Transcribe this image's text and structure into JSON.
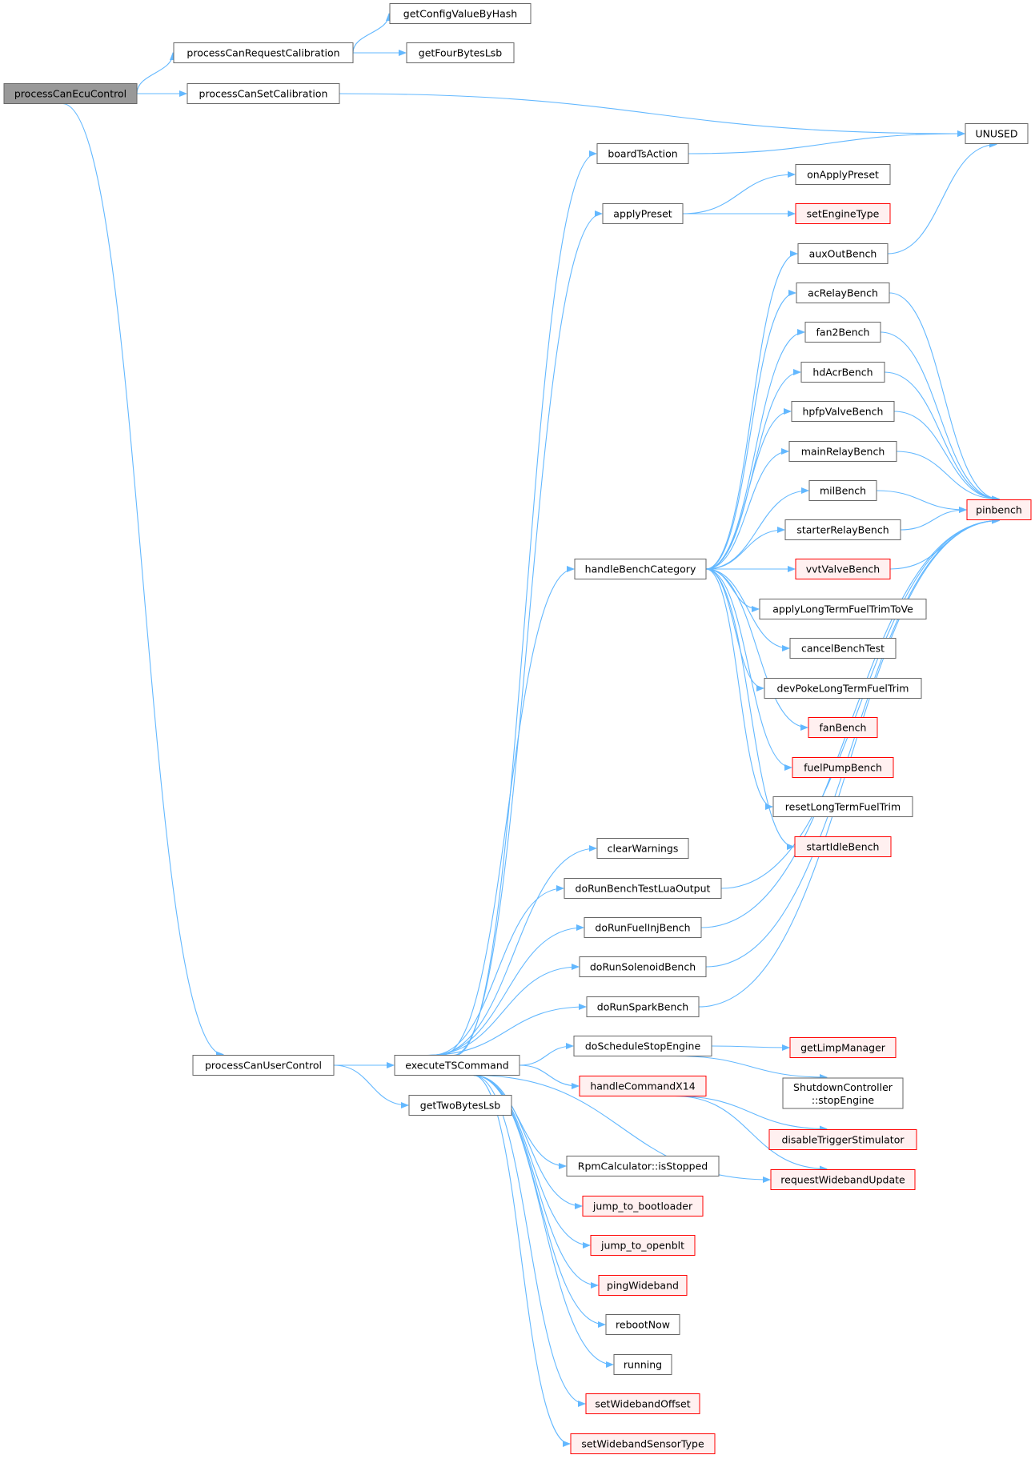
{
  "style": {
    "edge_color": "#63b8ff",
    "box_border": "#666666",
    "box_fill": "#ffffff",
    "highlight_fill": "#999999",
    "highlight_border": "#666666",
    "truncated_border": "#ff0000",
    "truncated_fill": "#fff0f0",
    "text_color": "#000000"
  },
  "nodes": [
    {
      "id": "processCanEcuControl",
      "label": "processCanEcuControl",
      "kind": "highlight"
    },
    {
      "id": "processCanRequestCalibration",
      "label": "processCanRequestCalibration",
      "kind": "normal"
    },
    {
      "id": "getConfigValueByHash",
      "label": "getConfigValueByHash",
      "kind": "normal"
    },
    {
      "id": "getFourBytesLsb",
      "label": "getFourBytesLsb",
      "kind": "normal"
    },
    {
      "id": "processCanSetCalibration",
      "label": "processCanSetCalibration",
      "kind": "normal"
    },
    {
      "id": "UNUSED",
      "label": "UNUSED",
      "kind": "normal"
    },
    {
      "id": "boardTsAction",
      "label": "boardTsAction",
      "kind": "normal"
    },
    {
      "id": "onApplyPreset",
      "label": "onApplyPreset",
      "kind": "normal"
    },
    {
      "id": "applyPreset",
      "label": "applyPreset",
      "kind": "normal"
    },
    {
      "id": "setEngineType",
      "label": "setEngineType",
      "kind": "truncated"
    },
    {
      "id": "auxOutBench",
      "label": "auxOutBench",
      "kind": "normal"
    },
    {
      "id": "acRelayBench",
      "label": "acRelayBench",
      "kind": "normal"
    },
    {
      "id": "fan2Bench",
      "label": "fan2Bench",
      "kind": "normal"
    },
    {
      "id": "hdAcrBench",
      "label": "hdAcrBench",
      "kind": "normal"
    },
    {
      "id": "hpfpValveBench",
      "label": "hpfpValveBench",
      "kind": "normal"
    },
    {
      "id": "mainRelayBench",
      "label": "mainRelayBench",
      "kind": "normal"
    },
    {
      "id": "milBench",
      "label": "milBench",
      "kind": "normal"
    },
    {
      "id": "pinbench",
      "label": "pinbench",
      "kind": "truncated"
    },
    {
      "id": "starterRelayBench",
      "label": "starterRelayBench",
      "kind": "normal"
    },
    {
      "id": "handleBenchCategory",
      "label": "handleBenchCategory",
      "kind": "normal"
    },
    {
      "id": "vvtValveBench",
      "label": "vvtValveBench",
      "kind": "truncated"
    },
    {
      "id": "applyLongTermFuelTrimToVe",
      "label": "applyLongTermFuelTrimToVe",
      "kind": "normal"
    },
    {
      "id": "cancelBenchTest",
      "label": "cancelBenchTest",
      "kind": "normal"
    },
    {
      "id": "devPokeLongTermFuelTrim",
      "label": "devPokeLongTermFuelTrim",
      "kind": "normal"
    },
    {
      "id": "fanBench",
      "label": "fanBench",
      "kind": "truncated"
    },
    {
      "id": "fuelPumpBench",
      "label": "fuelPumpBench",
      "kind": "truncated"
    },
    {
      "id": "resetLongTermFuelTrim",
      "label": "resetLongTermFuelTrim",
      "kind": "normal"
    },
    {
      "id": "startIdleBench",
      "label": "startIdleBench",
      "kind": "truncated"
    },
    {
      "id": "clearWarnings",
      "label": "clearWarnings",
      "kind": "normal"
    },
    {
      "id": "doRunBenchTestLuaOutput",
      "label": "doRunBenchTestLuaOutput",
      "kind": "normal"
    },
    {
      "id": "doRunFuelInjBench",
      "label": "doRunFuelInjBench",
      "kind": "normal"
    },
    {
      "id": "doRunSolenoidBench",
      "label": "doRunSolenoidBench",
      "kind": "normal"
    },
    {
      "id": "doRunSparkBench",
      "label": "doRunSparkBench",
      "kind": "normal"
    },
    {
      "id": "doScheduleStopEngine",
      "label": "doScheduleStopEngine",
      "kind": "normal"
    },
    {
      "id": "getLimpManager",
      "label": "getLimpManager",
      "kind": "truncated"
    },
    {
      "id": "processCanUserControl",
      "label": "processCanUserControl",
      "kind": "normal"
    },
    {
      "id": "executeTSCommand",
      "label": "executeTSCommand",
      "kind": "normal"
    },
    {
      "id": "stopEngine",
      "label": "ShutdownController\n::stopEngine",
      "kind": "normal"
    },
    {
      "id": "handleCommandX14",
      "label": "handleCommandX14",
      "kind": "truncated"
    },
    {
      "id": "getTwoBytesLsb",
      "label": "getTwoBytesLsb",
      "kind": "normal"
    },
    {
      "id": "disableTriggerStimulator",
      "label": "disableTriggerStimulator",
      "kind": "truncated"
    },
    {
      "id": "requestWidebandUpdate",
      "label": "requestWidebandUpdate",
      "kind": "truncated"
    },
    {
      "id": "isStopped",
      "label": "RpmCalculator::isStopped",
      "kind": "normal"
    },
    {
      "id": "jump_to_bootloader",
      "label": "jump_to_bootloader",
      "kind": "truncated"
    },
    {
      "id": "jump_to_openblt",
      "label": "jump_to_openblt",
      "kind": "truncated"
    },
    {
      "id": "pingWideband",
      "label": "pingWideband",
      "kind": "truncated"
    },
    {
      "id": "rebootNow",
      "label": "rebootNow",
      "kind": "normal"
    },
    {
      "id": "running",
      "label": "running",
      "kind": "normal"
    },
    {
      "id": "setWidebandOffset",
      "label": "setWidebandOffset",
      "kind": "truncated"
    },
    {
      "id": "setWidebandSensorType",
      "label": "setWidebandSensorType",
      "kind": "truncated"
    }
  ],
  "edges": [
    [
      "processCanEcuControl",
      "processCanRequestCalibration"
    ],
    [
      "processCanEcuControl",
      "processCanSetCalibration"
    ],
    [
      "processCanEcuControl",
      "processCanUserControl"
    ],
    [
      "processCanRequestCalibration",
      "getConfigValueByHash"
    ],
    [
      "processCanRequestCalibration",
      "getFourBytesLsb"
    ],
    [
      "processCanSetCalibration",
      "UNUSED"
    ],
    [
      "boardTsAction",
      "UNUSED"
    ],
    [
      "auxOutBench",
      "UNUSED"
    ],
    [
      "applyPreset",
      "onApplyPreset"
    ],
    [
      "applyPreset",
      "setEngineType"
    ],
    [
      "handleBenchCategory",
      "auxOutBench"
    ],
    [
      "handleBenchCategory",
      "acRelayBench"
    ],
    [
      "handleBenchCategory",
      "fan2Bench"
    ],
    [
      "handleBenchCategory",
      "hdAcrBench"
    ],
    [
      "handleBenchCategory",
      "hpfpValveBench"
    ],
    [
      "handleBenchCategory",
      "mainRelayBench"
    ],
    [
      "handleBenchCategory",
      "milBench"
    ],
    [
      "handleBenchCategory",
      "starterRelayBench"
    ],
    [
      "handleBenchCategory",
      "vvtValveBench"
    ],
    [
      "handleBenchCategory",
      "applyLongTermFuelTrimToVe"
    ],
    [
      "handleBenchCategory",
      "cancelBenchTest"
    ],
    [
      "handleBenchCategory",
      "devPokeLongTermFuelTrim"
    ],
    [
      "handleBenchCategory",
      "fanBench"
    ],
    [
      "handleBenchCategory",
      "fuelPumpBench"
    ],
    [
      "handleBenchCategory",
      "resetLongTermFuelTrim"
    ],
    [
      "handleBenchCategory",
      "startIdleBench"
    ],
    [
      "acRelayBench",
      "pinbench"
    ],
    [
      "fan2Bench",
      "pinbench"
    ],
    [
      "hdAcrBench",
      "pinbench"
    ],
    [
      "hpfpValveBench",
      "pinbench"
    ],
    [
      "mainRelayBench",
      "pinbench"
    ],
    [
      "milBench",
      "pinbench"
    ],
    [
      "starterRelayBench",
      "pinbench"
    ],
    [
      "vvtValveBench",
      "pinbench"
    ],
    [
      "doRunBenchTestLuaOutput",
      "pinbench"
    ],
    [
      "doRunFuelInjBench",
      "pinbench"
    ],
    [
      "doRunSolenoidBench",
      "pinbench"
    ],
    [
      "doRunSparkBench",
      "pinbench"
    ],
    [
      "processCanUserControl",
      "executeTSCommand"
    ],
    [
      "processCanUserControl",
      "getTwoBytesLsb"
    ],
    [
      "executeTSCommand",
      "boardTsAction"
    ],
    [
      "executeTSCommand",
      "applyPreset"
    ],
    [
      "executeTSCommand",
      "handleBenchCategory"
    ],
    [
      "executeTSCommand",
      "clearWarnings"
    ],
    [
      "executeTSCommand",
      "doRunBenchTestLuaOutput"
    ],
    [
      "executeTSCommand",
      "doRunFuelInjBench"
    ],
    [
      "executeTSCommand",
      "doRunSolenoidBench"
    ],
    [
      "executeTSCommand",
      "doRunSparkBench"
    ],
    [
      "executeTSCommand",
      "doScheduleStopEngine"
    ],
    [
      "executeTSCommand",
      "handleCommandX14"
    ],
    [
      "executeTSCommand",
      "requestWidebandUpdate"
    ],
    [
      "executeTSCommand",
      "isStopped"
    ],
    [
      "executeTSCommand",
      "jump_to_bootloader"
    ],
    [
      "executeTSCommand",
      "jump_to_openblt"
    ],
    [
      "executeTSCommand",
      "pingWideband"
    ],
    [
      "executeTSCommand",
      "rebootNow"
    ],
    [
      "executeTSCommand",
      "running"
    ],
    [
      "executeTSCommand",
      "setWidebandOffset"
    ],
    [
      "executeTSCommand",
      "setWidebandSensorType"
    ],
    [
      "doScheduleStopEngine",
      "getLimpManager"
    ],
    [
      "doScheduleStopEngine",
      "stopEngine"
    ],
    [
      "handleCommandX14",
      "disableTriggerStimulator"
    ],
    [
      "handleCommandX14",
      "requestWidebandUpdate"
    ]
  ]
}
